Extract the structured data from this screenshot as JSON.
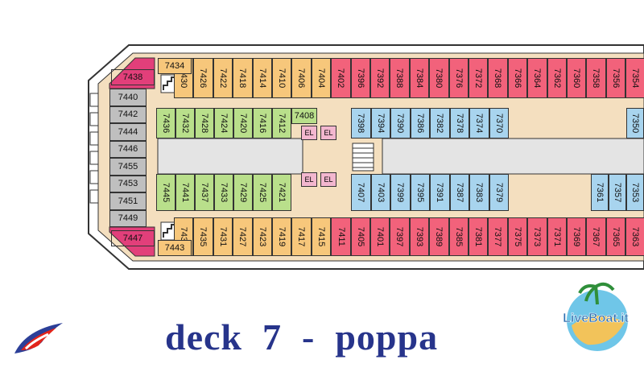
{
  "title": "deck  7  -  poppa",
  "logos": {
    "left": "carnival-funnel-logo",
    "right": "LiveBoat.it"
  },
  "colors": {
    "suite": "#e23f7a",
    "outside": "#f2627b",
    "aft": "#f7c77b",
    "interior_green": "#b9df8b",
    "interior_blue": "#a8d4ee",
    "grey": "#bfbfbf",
    "corridor": "#f4dfbf",
    "atrium": "#e4e4e4",
    "elevator": "#f3b7cf",
    "title": "#27348b"
  },
  "cabins": {
    "top_row": [
      "7430",
      "7426",
      "7422",
      "7418",
      "7414",
      "7410",
      "7406",
      "7404",
      "7402",
      "7396",
      "7392",
      "7388",
      "7384",
      "7380",
      "7376",
      "7372",
      "7368",
      "7366",
      "7364",
      "7362",
      "7360",
      "7358",
      "7356",
      "7354"
    ],
    "bottom_row": [
      "7439",
      "7435",
      "7431",
      "7427",
      "7423",
      "7419",
      "7417",
      "7415",
      "7411",
      "7405",
      "7401",
      "7397",
      "7393",
      "7389",
      "7385",
      "7381",
      "7377",
      "7375",
      "7373",
      "7371",
      "7369",
      "7367",
      "7365",
      "7363"
    ],
    "inner_top_green": [
      "7436",
      "7432",
      "7428",
      "7424",
      "7420",
      "7416",
      "7412"
    ],
    "inner_bottom_green": [
      "7445",
      "7441",
      "7437",
      "7433",
      "7429",
      "7425",
      "7421"
    ],
    "inner_top_blue": [
      "7398",
      "7394",
      "7390",
      "7386",
      "7382",
      "7378",
      "7374",
      "7370"
    ],
    "inner_bottom_blue": [
      "7407",
      "7403",
      "7399",
      "7395",
      "7391",
      "7387",
      "7383",
      "7379"
    ],
    "inner_blue_right_top": [
      "7350"
    ],
    "inner_blue_right_bottom": [
      "7361",
      "7357",
      "7353"
    ],
    "aft_grey": [
      "7440",
      "7442",
      "7444",
      "7446",
      "7455",
      "7453",
      "7451",
      "7449"
    ],
    "corner_top": "7438",
    "corner_bottom": "7447",
    "stair_top": "7434",
    "stair_bottom": "7443",
    "center_top": "7408"
  },
  "elevator_label": "EL"
}
